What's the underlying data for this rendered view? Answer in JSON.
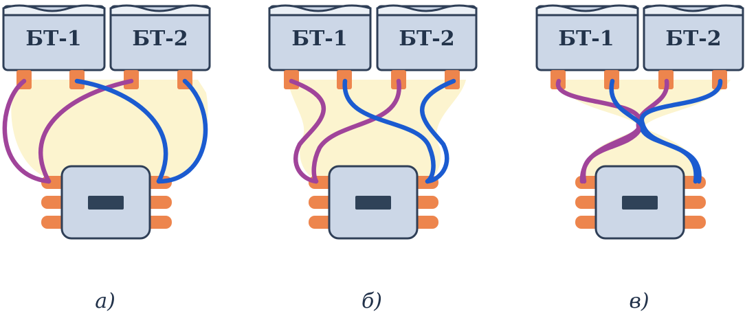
{
  "colors": {
    "wire_purple": "#a0449a",
    "wire_blue": "#1b5bd0",
    "tank_fill": "#ccd7e7",
    "outline": "#2f3f57",
    "nozzle": "#ed854d",
    "shade": "#fcf4cf"
  },
  "panels": [
    {
      "caption": "а)",
      "tank_left": "БТ-1",
      "tank_right": "БТ-2"
    },
    {
      "caption": "б)",
      "tank_left": "БТ-1",
      "tank_right": "БТ-2"
    },
    {
      "caption": "в)",
      "tank_left": "БТ-1",
      "tank_right": "БТ-2"
    }
  ]
}
